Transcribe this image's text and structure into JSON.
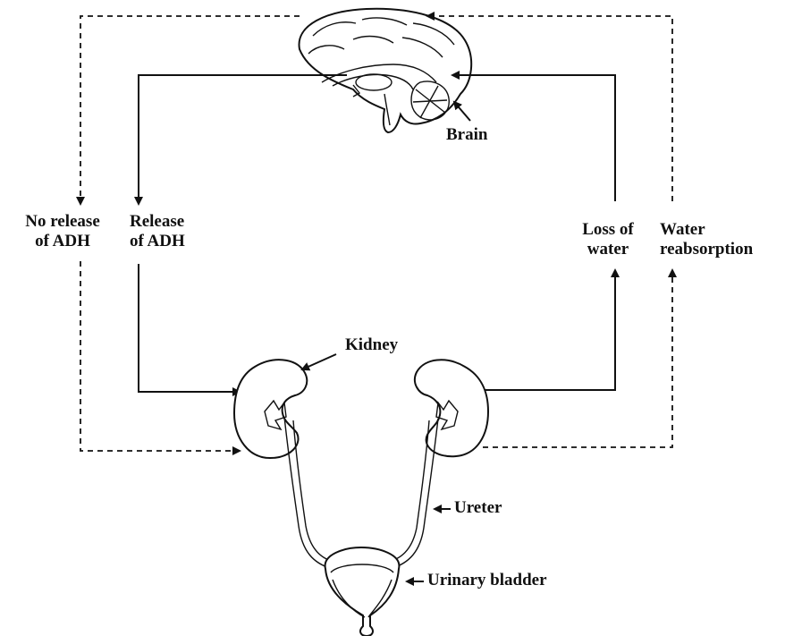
{
  "labels": {
    "brain": "Brain",
    "no_release": [
      "No release",
      "of ADH"
    ],
    "release": [
      "Release",
      "of ADH"
    ],
    "loss_of_water": [
      "Loss of",
      "water"
    ],
    "water_reabsorption": [
      "Water",
      "reabsorption"
    ],
    "kidney": "Kidney",
    "ureter": "Ureter",
    "urinary_bladder": "Urinary bladder"
  },
  "colors": {
    "ink": "#111111",
    "background": "#ffffff"
  },
  "line_styles": {
    "solid_pathway": "solid",
    "dashed_pathway": "dashed"
  }
}
